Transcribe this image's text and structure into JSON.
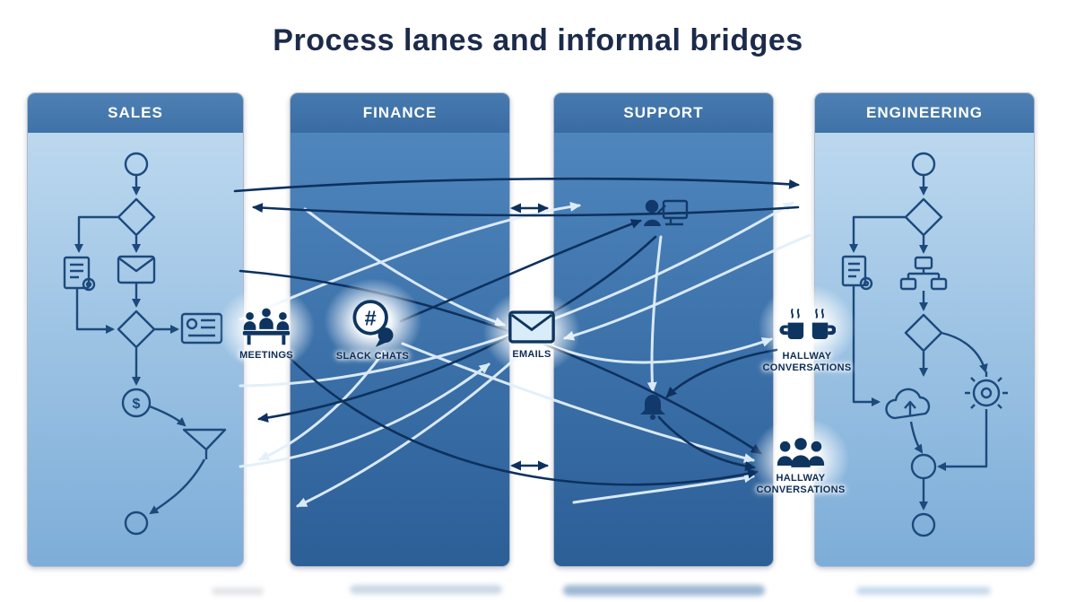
{
  "title": "Process lanes and informal bridges",
  "lanes": [
    {
      "label": "SALES",
      "tone": "light"
    },
    {
      "label": "FINANCE",
      "tone": "dark"
    },
    {
      "label": "SUPPORT",
      "tone": "dark"
    },
    {
      "label": "ENGINEERING",
      "tone": "light"
    }
  ],
  "bridges": [
    {
      "label": "MEETINGS",
      "icon": "meeting-table-icon"
    },
    {
      "label": "SLACK CHATS",
      "icon": "hash-chat-bubble-icon"
    },
    {
      "label": "EMAILS",
      "icon": "envelope-icon"
    },
    {
      "label": "HALLWAY",
      "label2": "CONVERSATIONS",
      "icon": "coffee-mugs-icon"
    },
    {
      "label": "HALLWAY",
      "label2": "CONVERSATIONS",
      "icon": "people-group-icon"
    }
  ],
  "glyphs": {
    "hash": "#",
    "dollar": "$"
  },
  "flow_symbols": {
    "sales": [
      "start-circle",
      "decision-diamond",
      "mail-step",
      "document-gear",
      "decision-diamond",
      "id-card",
      "dollar-step",
      "funnel-filter",
      "end-circle"
    ],
    "engineering": [
      "start-circle",
      "decision-diamond",
      "document-gear",
      "org-chart",
      "decision-diamond",
      "gear",
      "cloud-upload",
      "process-circle",
      "end-circle"
    ],
    "support": [
      "support-agent-icon",
      "bell-icon"
    ]
  },
  "colors": {
    "title_text": "#1c2b4a",
    "lane_header": "#4376ac",
    "lane_light_top": "#bcd8ef",
    "lane_light_bottom": "#7dadd8",
    "lane_dark_top": "#4f86bd",
    "lane_dark_bottom": "#2d5f97",
    "arrow_dark": "#0d315f",
    "arrow_light": "#e2f0fb",
    "shape_stroke": "#1c4a7d",
    "bridge_label_text": "#0e2d55"
  }
}
